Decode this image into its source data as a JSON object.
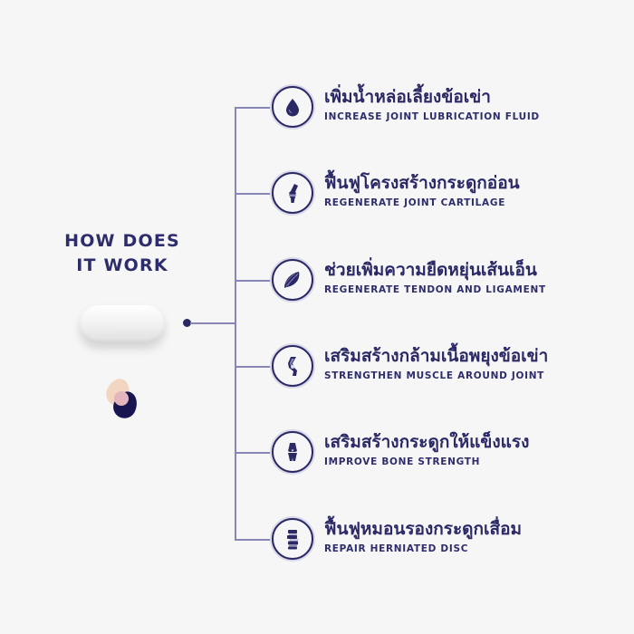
{
  "colors": {
    "background": "#f6f6f6",
    "navy": "#2a2966",
    "connector": "#8886b5",
    "blob_peach": "#f2d6c2",
    "blob_pink": "#e3b6bd",
    "blob_navy": "#171650"
  },
  "headline": {
    "line1": "HOW DOES",
    "line2": "IT WORK"
  },
  "benefits": [
    {
      "icon": "water-drop-icon",
      "title_th": "เพิ่มน้ำหล่อเลี้ยงข้อเข่า",
      "title_en": "INCREASE JOINT LUBRICATION FLUID"
    },
    {
      "icon": "knee-joint-icon",
      "title_th": "ฟื้นฟูโครงสร้างกระดูกอ่อน",
      "title_en": "REGENERATE JOINT CARTILAGE"
    },
    {
      "icon": "muscle-fiber-icon",
      "title_th": "ช่วยเพิ่มความยืดหยุ่นเส้นเอ็น",
      "title_en": "REGENERATE TENDON AND LIGAMENT"
    },
    {
      "icon": "knee-muscle-icon",
      "title_th": "เสริมสร้างกล้ามเนื้อพยุงข้อเข่า",
      "title_en": "STRENGTHEN MUSCLE AROUND JOINT"
    },
    {
      "icon": "bone-joint-icon",
      "title_th": "เสริมสร้างกระดูกให้แข็งแรง",
      "title_en": "IMPROVE BONE STRENGTH"
    },
    {
      "icon": "spine-disc-icon",
      "title_th": "ฟื้นฟูหมอนรองกระดูกเสื่อม",
      "title_en": "REPAIR HERNIATED DISC"
    }
  ]
}
